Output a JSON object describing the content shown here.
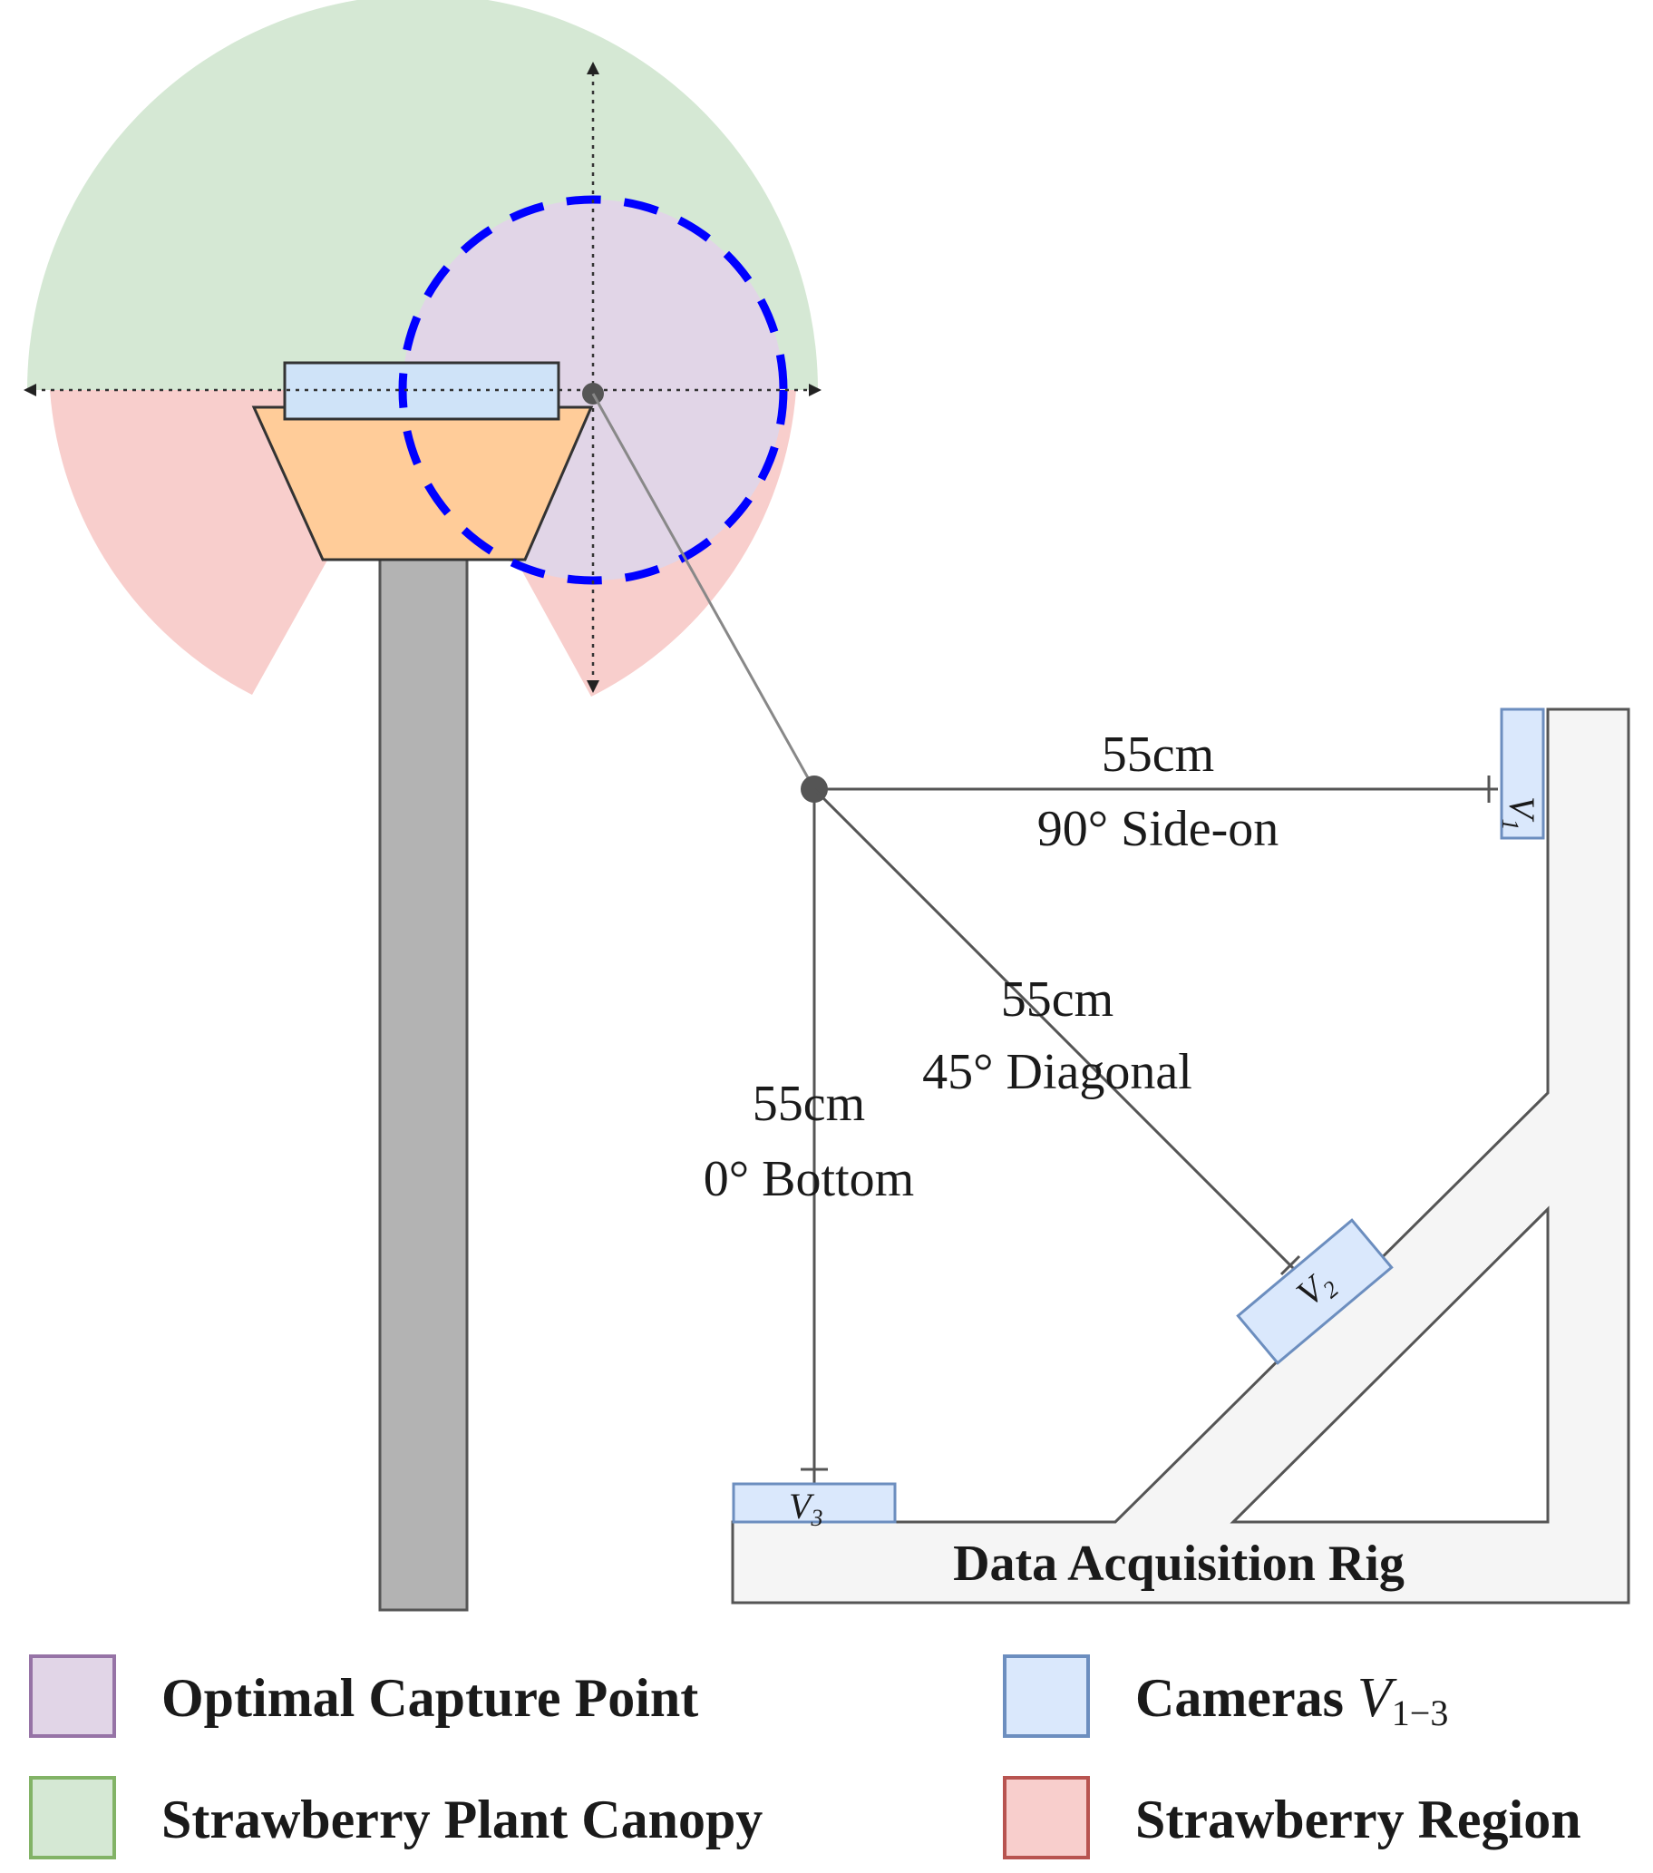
{
  "diagram": {
    "distance_labels": {
      "side": {
        "distance": "55cm",
        "angle": "90° Side-on"
      },
      "diagonal": {
        "distance": "55cm",
        "angle": "45° Diagonal"
      },
      "bottom": {
        "distance": "55cm",
        "angle": "0° Bottom"
      }
    },
    "rig_label": "Data Acquisition Rig",
    "cameras": {
      "v1": {
        "letter": "V",
        "subscript": "1"
      },
      "v2": {
        "letter": "V",
        "subscript": "2"
      },
      "v3": {
        "letter": "V",
        "subscript": "3"
      }
    }
  },
  "legend": {
    "optimal": {
      "label": "Optimal Capture Point",
      "fill": "#e1d5e7",
      "stroke": "#9673a6"
    },
    "cameras": {
      "label": "Cameras ",
      "symbol": "V",
      "subscript": "1−3",
      "fill": "#dae8fc",
      "stroke": "#6c8ebf"
    },
    "canopy": {
      "label": "Strawberry Plant Canopy",
      "fill": "#d5e8d4",
      "stroke": "#82b366"
    },
    "region": {
      "label": "Strawberry Region",
      "fill": "#f8cecc",
      "stroke": "#b85450"
    }
  },
  "colors": {
    "pot": "#ffcc99",
    "stem": "#b3b3b3",
    "rig": "#f5f5f5",
    "dashed_circle": "#0000ff"
  }
}
